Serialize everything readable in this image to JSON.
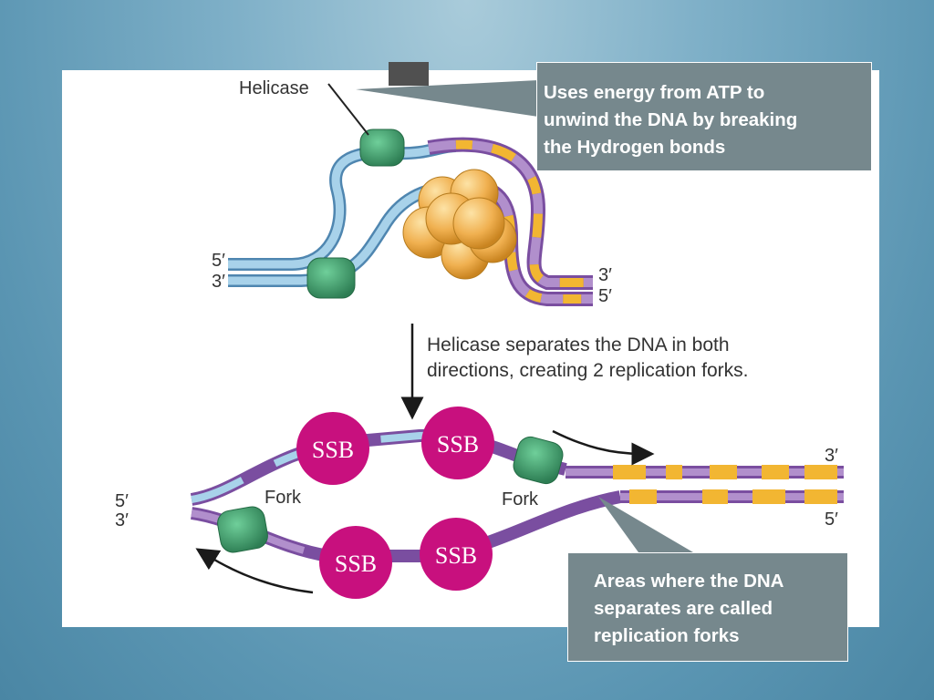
{
  "labels": {
    "helicase": "Helicase",
    "caption_line1": "Helicase separates the DNA in both",
    "caption_line2": "directions, creating 2 replication forks.",
    "fork_left": "Fork",
    "fork_right": "Fork",
    "top_5": "5′",
    "top_3": "3′",
    "top_right_3": "3′",
    "top_right_5": "5′",
    "bottom_left_5": "5′",
    "bottom_left_3": "3′",
    "bottom_right_3": "3′",
    "bottom_right_5": "5′"
  },
  "ssb": [
    "SSB",
    "SSB",
    "SSB",
    "SSB"
  ],
  "callouts": {
    "top": [
      "Uses energy from ATP to",
      "unwind the DNA by breaking",
      "the Hydrogen bonds"
    ],
    "bottom": [
      "Areas where the DNA",
      "separates are called",
      "replication forks"
    ]
  },
  "colors": {
    "ssb": "#c8107e",
    "helicase": "#3a9a6a",
    "strand_purple": "#9a72b8",
    "strand_blue": "#8fc0dc",
    "strand_yellow": "#f2b632",
    "callout_bg": "#76888d"
  }
}
